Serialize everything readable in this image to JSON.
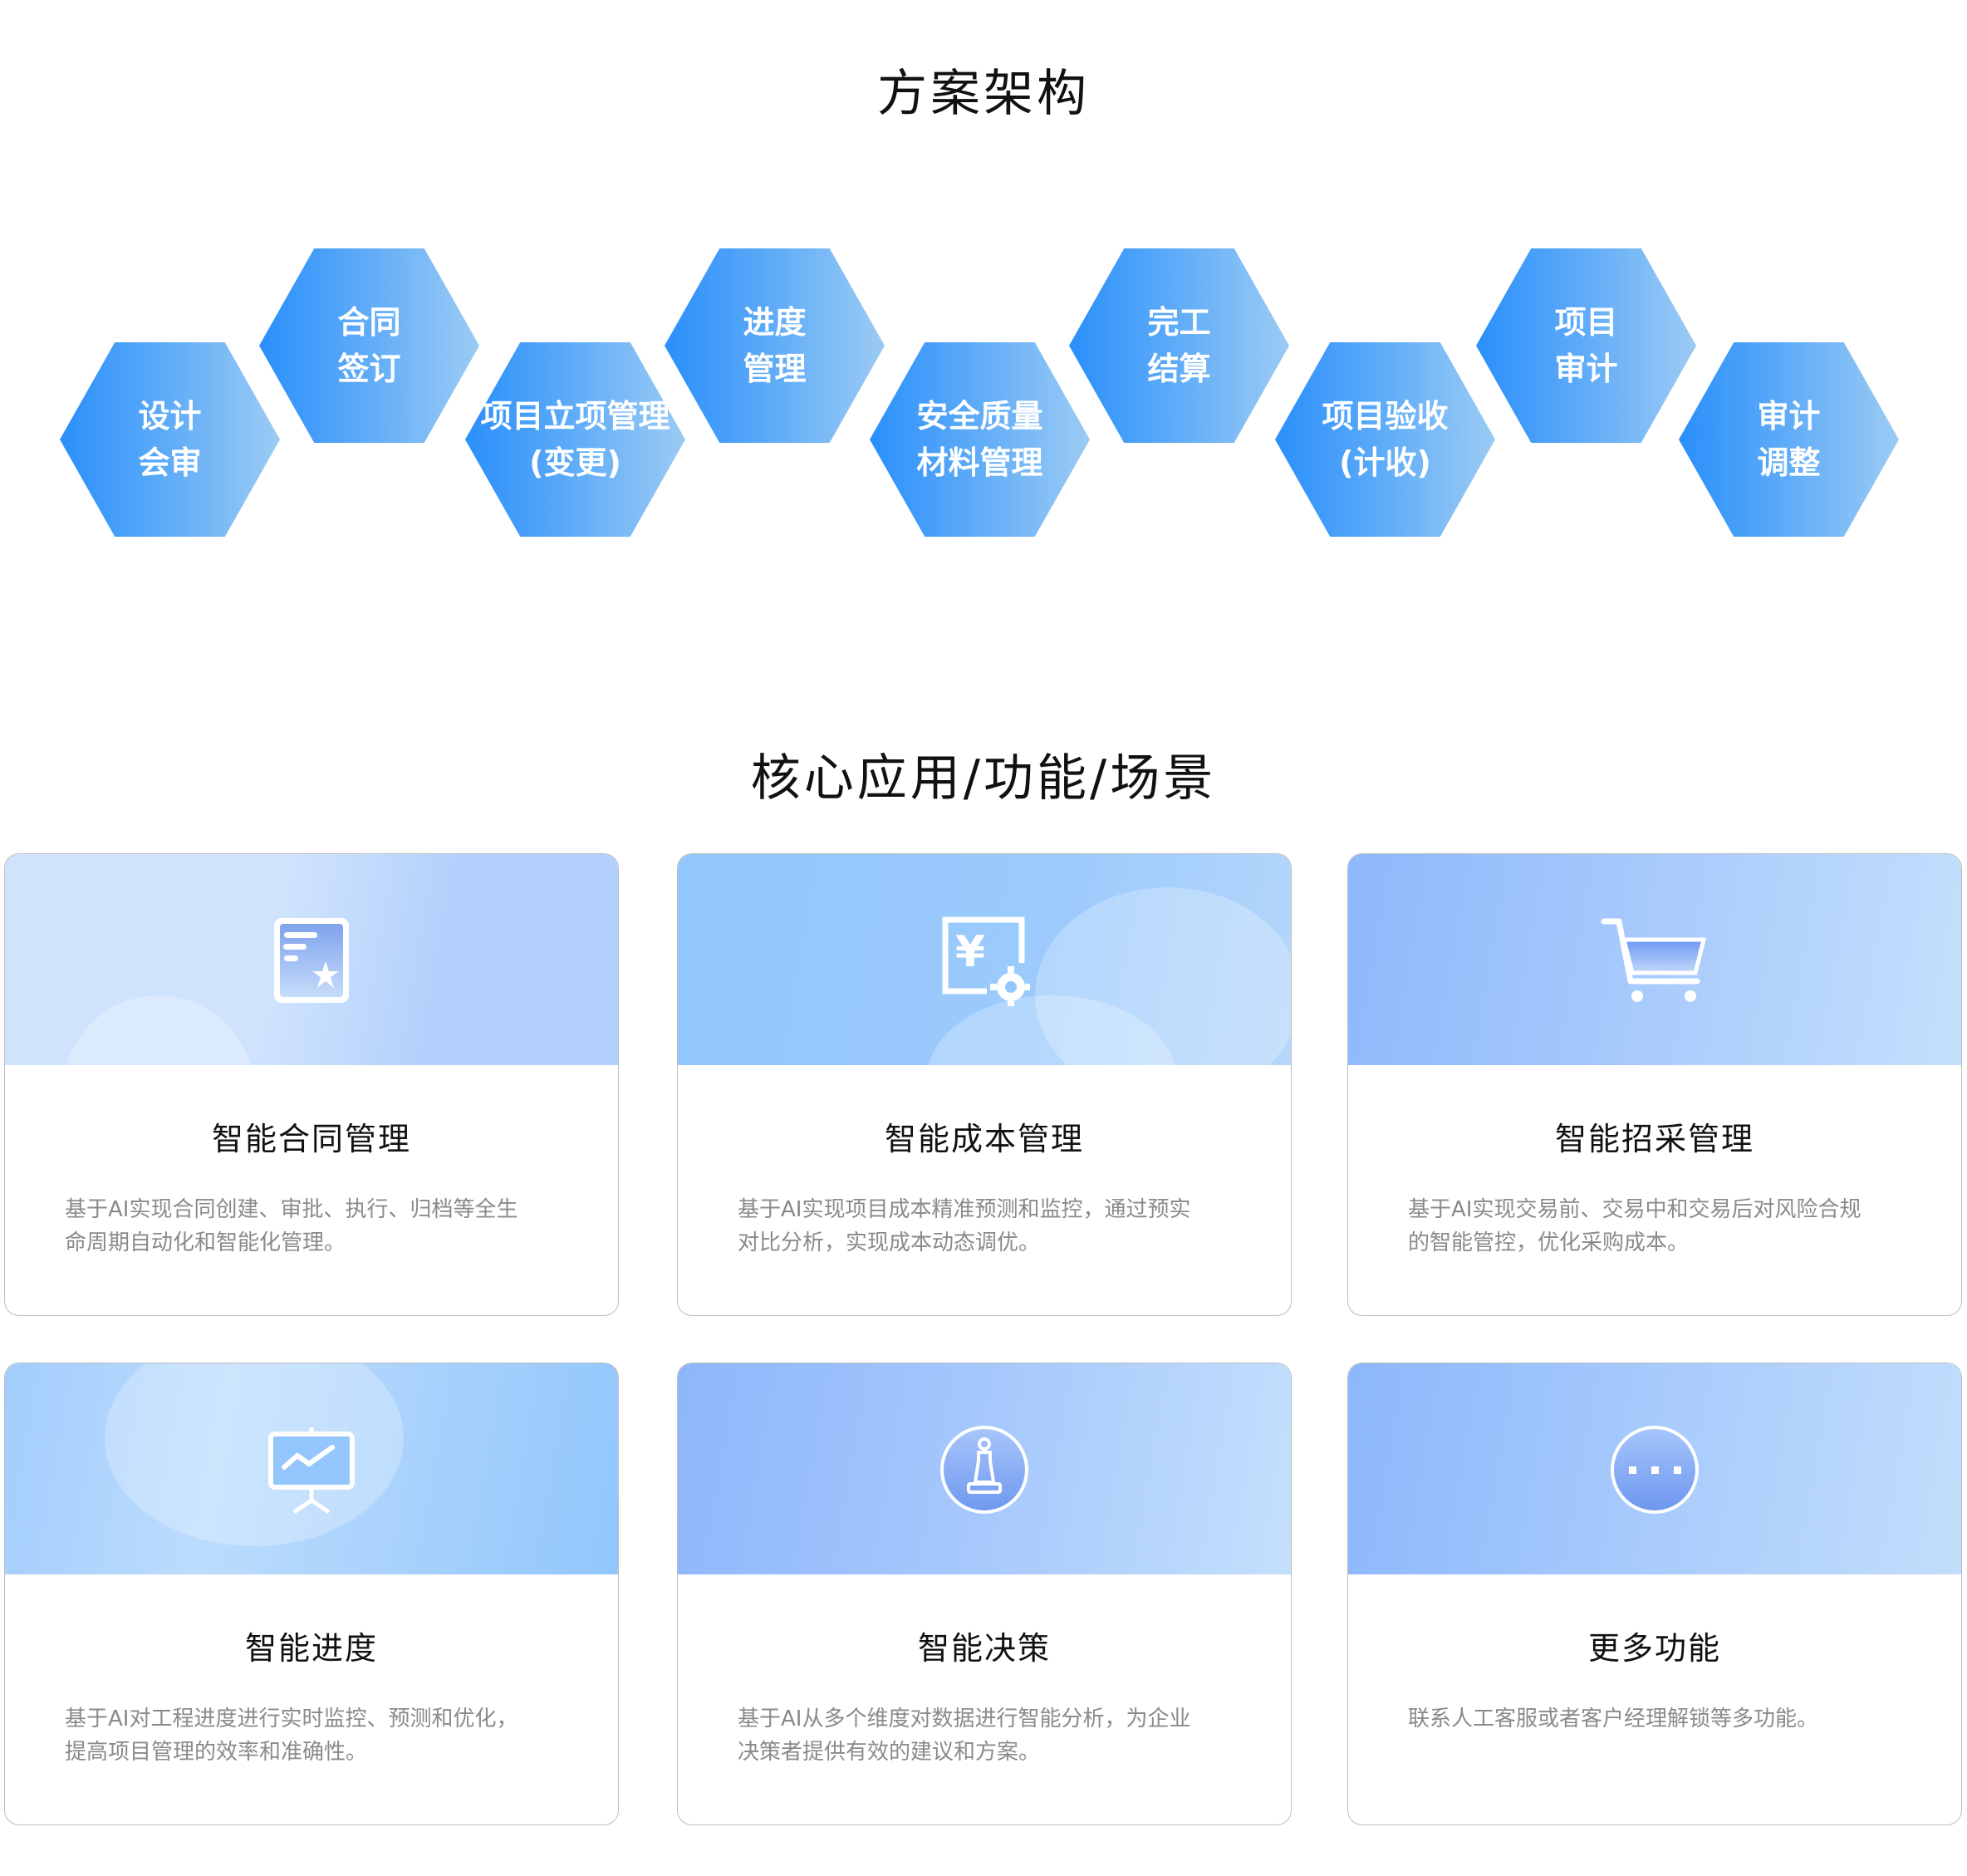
{
  "architecture": {
    "title": "方案架构",
    "steps": [
      {
        "label": "设计\n会审"
      },
      {
        "label": "合同\n签订"
      },
      {
        "label": "项目立项管理\n(变更)"
      },
      {
        "label": "进度\n管理"
      },
      {
        "label": "安全质量\n材料管理"
      },
      {
        "label": "完工\n结算"
      },
      {
        "label": "项目验收\n(计收)"
      },
      {
        "label": "项目\n审计"
      },
      {
        "label": "审计\n调整"
      }
    ]
  },
  "features": {
    "title": "核心应用/功能/场景",
    "cards": [
      {
        "icon": "contract-star-icon",
        "title": "智能合同管理",
        "desc": "基于AI实现合同创建、审批、执行、归档等全生\n命周期自动化和智能化管理。"
      },
      {
        "icon": "yuan-document-gear-icon",
        "title": "智能成本管理",
        "desc": "基于AI实现项目成本精准预测和监控，通过预实\n对比分析，实现成本动态调优。"
      },
      {
        "icon": "shopping-cart-icon",
        "title": "智能招采管理",
        "desc": "基于AI实现交易前、交易中和交易后对风险合规\n的智能管控，优化采购成本。"
      },
      {
        "icon": "presentation-chart-icon",
        "title": "智能进度",
        "desc": "基于AI对工程进度进行实时监控、预测和优化，\n提高项目管理的效率和准确性。"
      },
      {
        "icon": "chess-pawn-icon",
        "title": "智能决策",
        "desc": "基于AI从多个维度对数据进行智能分析，为企业\n决策者提供有效的建议和方案。"
      },
      {
        "icon": "more-icon",
        "title": "更多功能",
        "desc": "联系人工客服或者客户经理解锁等多功能。"
      }
    ]
  }
}
